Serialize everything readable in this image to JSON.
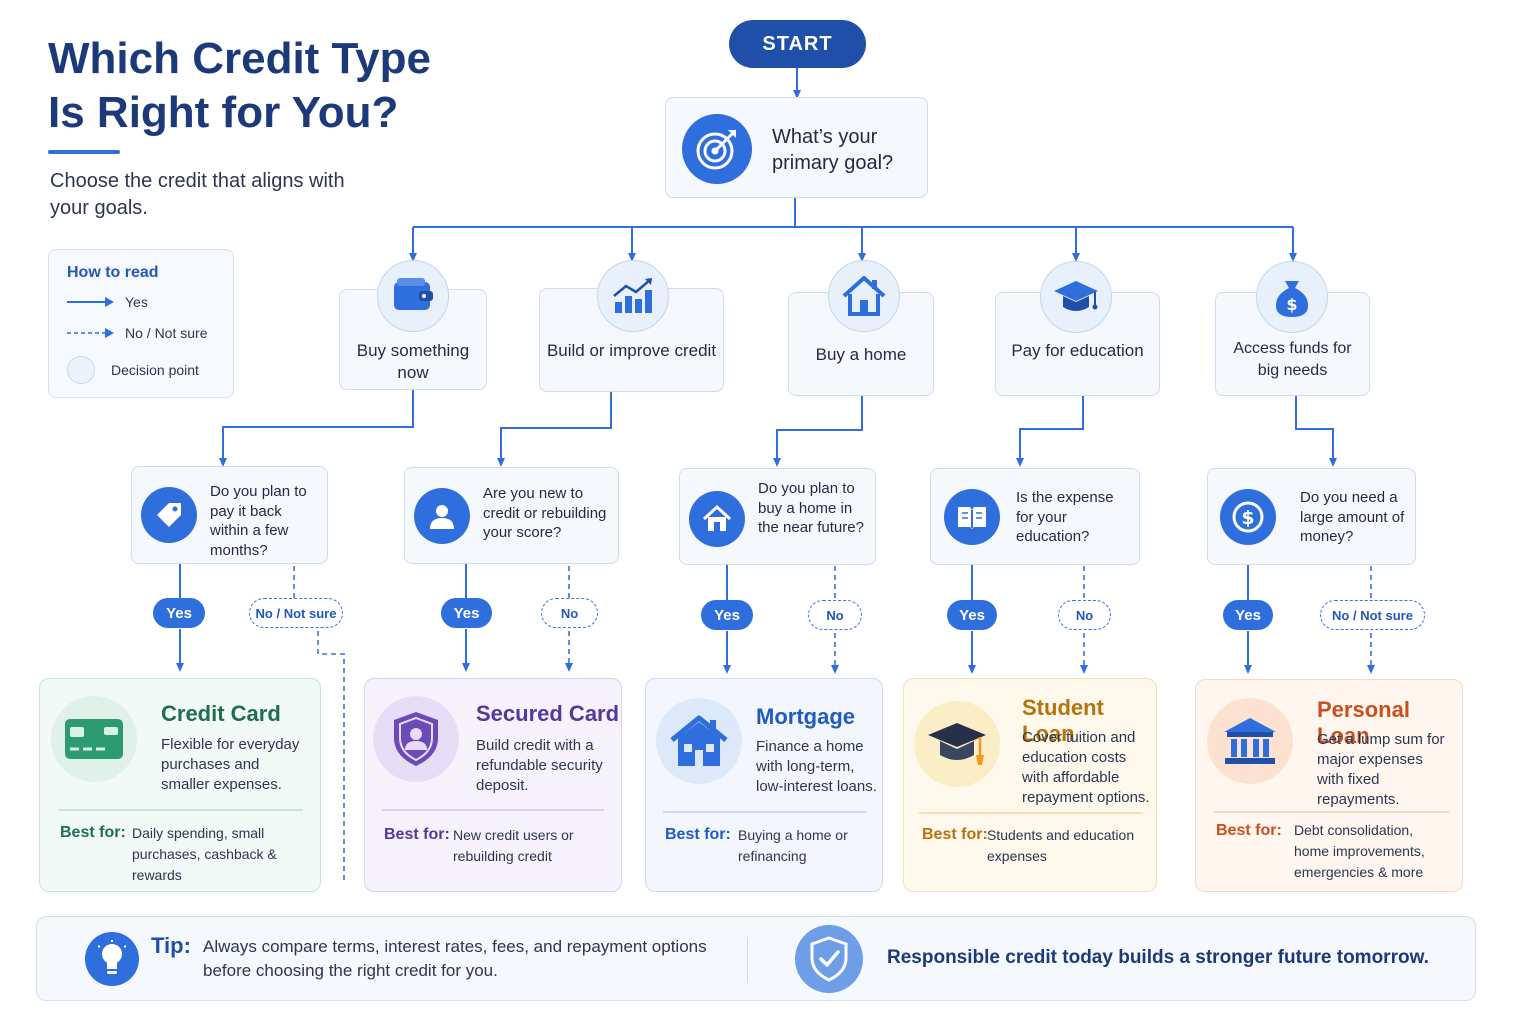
{
  "title_line1": "Which Credit Type",
  "title_line2": "Is Right for You?",
  "subtitle": "Choose the credit that aligns with your goals.",
  "legend": {
    "title": "How to read",
    "yes": "Yes",
    "no": "No / Not sure",
    "decision": "Decision point"
  },
  "start": "START",
  "goal_question": "What’s your primary goal?",
  "colors": {
    "navy": "#1f4fa8",
    "accent_blue": "#2f6fdd",
    "green": "#1f6e4f",
    "purple": "#55389a",
    "blue": "#1f5cc0",
    "gold": "#b7730b",
    "orange": "#c9501c"
  },
  "branches": [
    {
      "id": "buy",
      "category": "Buy something now",
      "category_icon": "wallet-icon",
      "question": "Do you plan to pay it back within a few months?",
      "question_icon": "tag-icon",
      "yes": "Yes",
      "no": "No / Not sure",
      "result": {
        "title": "Credit Card",
        "icon": "credit-card-icon",
        "description": "Flexible for everyday purchases and smaller expenses.",
        "best_for_label": "Best for:",
        "best_for": "Daily spending, small purchases, cashback & rewards"
      }
    },
    {
      "id": "build",
      "category": "Build or improve credit",
      "category_icon": "growth-chart-icon",
      "question": "Are you new to credit or rebuilding your score?",
      "question_icon": "user-icon",
      "yes": "Yes",
      "no": "No",
      "result": {
        "title": "Secured Card",
        "icon": "shield-user-icon",
        "description": "Build credit with a refundable security deposit.",
        "best_for_label": "Best for:",
        "best_for": "New credit users or rebuilding credit"
      }
    },
    {
      "id": "home",
      "category": "Buy a home",
      "category_icon": "house-icon",
      "question": "Do you plan to buy a home in the near future?",
      "question_icon": "house-icon",
      "yes": "Yes",
      "no": "No",
      "result": {
        "title": "Mortgage",
        "icon": "house-icon",
        "description": "Finance a home with long-term, low-interest loans.",
        "best_for_label": "Best for:",
        "best_for": "Buying a home or refinancing"
      }
    },
    {
      "id": "edu",
      "category": "Pay for education",
      "category_icon": "graduation-cap-icon",
      "question": "Is the expense for your education?",
      "question_icon": "book-icon",
      "yes": "Yes",
      "no": "No",
      "result": {
        "title": "Student Loan",
        "icon": "graduation-cap-icon",
        "description": "Cover tuition and education costs with affordable repayment options.",
        "best_for_label": "Best for:",
        "best_for": "Students and education expenses"
      }
    },
    {
      "id": "funds",
      "category": "Access funds for big needs",
      "category_icon": "money-bag-icon",
      "question": "Do you need a large amount of money?",
      "question_icon": "dollar-coin-icon",
      "yes": "Yes",
      "no": "No / Not sure",
      "result": {
        "title": "Personal Loan",
        "icon": "bank-icon",
        "description": "Get a lump sum for major expenses with fixed repayments.",
        "best_for_label": "Best for:",
        "best_for": "Debt consolidation, home improvements, emergencies & more"
      }
    }
  ],
  "tip": {
    "label": "Tip:",
    "text": "Always compare terms, interest rates, fees, and repayment options before choosing the right credit for you.",
    "icon": "lightbulb-icon"
  },
  "tagline": "Responsible credit today builds a stronger future tomorrow.",
  "tagline_icon": "shield-check-icon"
}
